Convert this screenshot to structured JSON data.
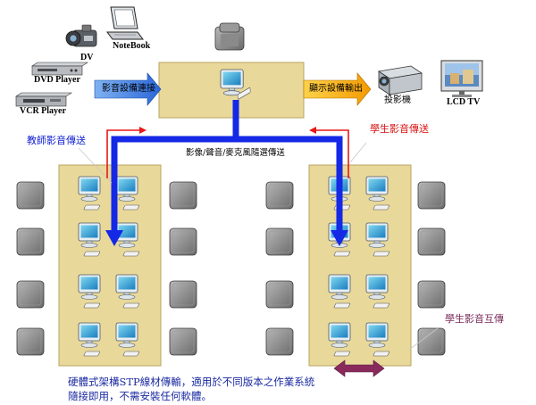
{
  "devices": {
    "dv": "DV",
    "notebook": "NoteBook",
    "dvd_player": "DVD Player",
    "vcr_player": "VCR Player",
    "projector": "投影機",
    "lcd_tv": "LCD TV"
  },
  "arrows": {
    "input": "影音設備連接",
    "output": "顯示設備輸出"
  },
  "labels": {
    "teacher_send": "教師影音傳送",
    "student_send": "學生影音傳送",
    "relay": "影像/聲音/麥克風隨選傳送",
    "student_exchange": "學生影音互傳"
  },
  "footer": {
    "line1": "硬體式架構STP線材傳輸，適用於不同版本之作業系統",
    "line2": "隨接即用，不需安裝任何軟體。"
  },
  "colors": {
    "desk": "#e8d89a",
    "blue_path": "#1428e6",
    "red_arrow": "#e81818",
    "purple_arrow": "#8a2a5c",
    "input_arrow": "#3f7fe0",
    "output_arrow": "#f0a800"
  }
}
